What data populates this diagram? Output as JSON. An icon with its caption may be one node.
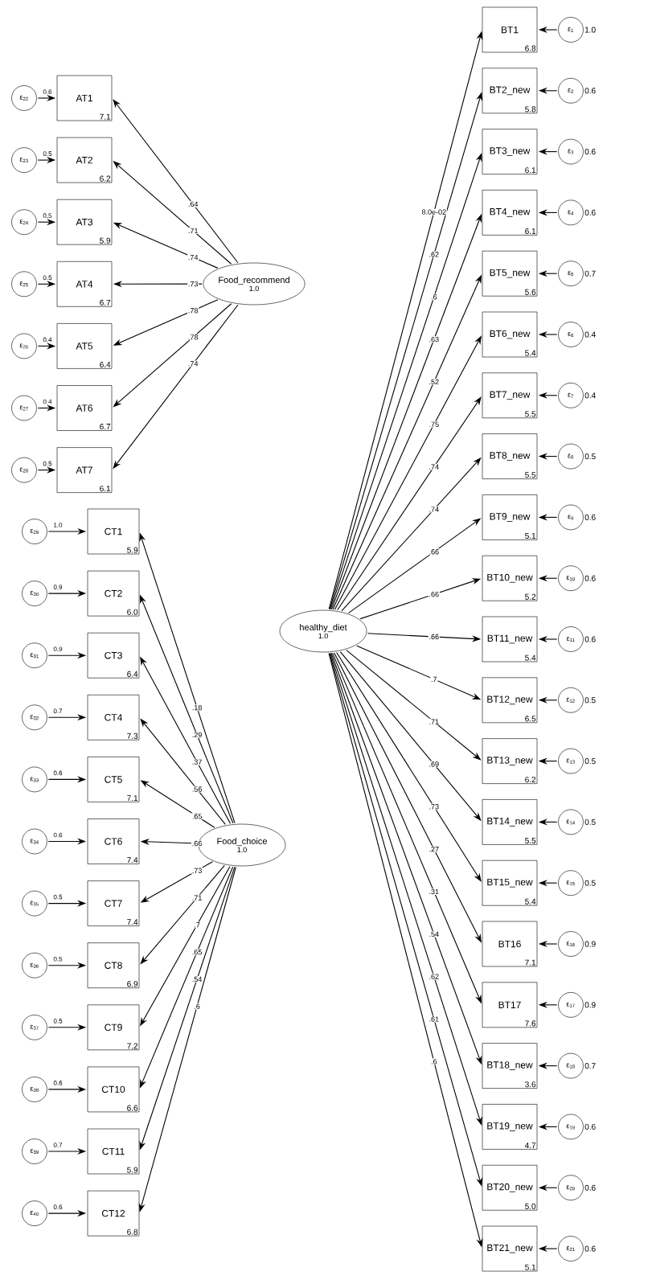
{
  "diagram": {
    "nodes": [
      {
        "text": [
          "Food_recommend",
          "1.0"
        ]
      },
      {
        "text": [
          "AT1",
          "7.1"
        ]
      },
      {
        "text": [
          "AT2",
          "6.2"
        ]
      },
      {
        "text": [
          "AT3",
          "5.9"
        ]
      },
      {
        "text": [
          "AT4",
          "6.7"
        ]
      },
      {
        "text": [
          "AT5",
          "6.4"
        ]
      },
      {
        "text": [
          "AT6",
          "6.7"
        ]
      },
      {
        "text": [
          "AT7",
          "6.1"
        ]
      },
      {
        "text": [
          "ε$_{22}$"
        ],
        "beside": [
          "0.6"
        ]
      },
      {
        "text": [
          "ε$_{23}$"
        ],
        "beside": [
          "0.5"
        ]
      },
      {
        "text": [
          "ε$_{24}$"
        ],
        "beside": [
          "0.5"
        ]
      },
      {
        "text": [
          "ε$_{25}$"
        ],
        "beside": [
          "0.5"
        ]
      },
      {
        "text": [
          "ε$_{26}$"
        ],
        "beside": [
          "0.4"
        ]
      },
      {
        "text": [
          "ε$_{27}$"
        ],
        "beside": [
          "0.4"
        ]
      },
      {
        "text": [
          "ε$_{28}$"
        ],
        "beside": [
          "0.5"
        ]
      },
      {
        "text": [
          "Food_choice",
          "1.0"
        ]
      },
      {
        "text": [
          "CT1",
          "5.9"
        ]
      },
      {
        "text": [
          "CT2",
          "6.0"
        ]
      },
      {
        "text": [
          "CT3",
          "6.4"
        ]
      },
      {
        "text": [
          "CT4",
          "7.3"
        ]
      },
      {
        "text": [
          "CT5",
          "7.1"
        ]
      },
      {
        "text": [
          "CT6",
          "7.4"
        ]
      },
      {
        "text": [
          "CT7",
          "7.4"
        ]
      },
      {
        "text": [
          "CT8",
          "6.9"
        ]
      },
      {
        "text": [
          "CT9",
          "7.2"
        ]
      },
      {
        "text": [
          "CT10",
          "6.6"
        ]
      },
      {
        "text": [
          "CT11",
          "5.9"
        ]
      },
      {
        "text": [
          "CT12",
          "6.8"
        ]
      },
      {
        "text": [
          "ε$_{29}$"
        ],
        "beside": [
          "1.0"
        ]
      },
      {
        "text": [
          "ε$_{30}$"
        ],
        "beside": [
          "0.9"
        ]
      },
      {
        "text": [
          "ε$_{31}$"
        ],
        "beside": [
          "0.9"
        ]
      },
      {
        "text": [
          "ε$_{32}$"
        ],
        "beside": [
          "0.7"
        ]
      },
      {
        "text": [
          "ε$_{33}$"
        ],
        "beside": [
          "0.6"
        ]
      },
      {
        "text": [
          "ε$_{34}$"
        ],
        "beside": [
          "0.6"
        ]
      },
      {
        "text": [
          "ε$_{35}$"
        ],
        "beside": [
          "0.5"
        ]
      },
      {
        "text": [
          "ε$_{36}$"
        ],
        "beside": [
          "0.5"
        ]
      },
      {
        "text": [
          "ε$_{37}$"
        ],
        "beside": [
          "0.5"
        ]
      },
      {
        "text": [
          "ε$_{38}$"
        ],
        "beside": [
          "0.6"
        ]
      },
      {
        "text": [
          "ε$_{39}$"
        ],
        "beside": [
          "0.7"
        ]
      },
      {
        "text": [
          "ε$_{40}$"
        ],
        "beside": [
          "0.6"
        ]
      },
      {
        "text": [
          "healthy_diet",
          "1.0"
        ]
      },
      {
        "text": [
          "BT1",
          "6.8"
        ]
      },
      {
        "text": [
          "BT2_new",
          "5.8"
        ]
      },
      {
        "text": [
          "BT3_new",
          "6.1"
        ]
      },
      {
        "text": [
          "BT4_new",
          "6.1"
        ]
      },
      {
        "text": [
          "BT5_new",
          "5.6"
        ]
      },
      {
        "text": [
          "BT6_new",
          "5.4"
        ]
      },
      {
        "text": [
          "BT7_new",
          "5.5"
        ]
      },
      {
        "text": [
          "BT8_new",
          "5.5"
        ]
      },
      {
        "text": [
          "BT9_new",
          "5.1"
        ]
      },
      {
        "text": [
          "BT10_new",
          "5.2"
        ]
      },
      {
        "text": [
          "BT11_new",
          "5.4"
        ]
      },
      {
        "text": [
          "BT12_new",
          "6.5"
        ]
      },
      {
        "text": [
          "BT13_new",
          "6.2"
        ]
      },
      {
        "text": [
          "BT14_new",
          "5.5"
        ]
      },
      {
        "text": [
          "BT15_new",
          "5.4"
        ]
      },
      {
        "text": [
          "BT16",
          "7.1"
        ]
      },
      {
        "text": [
          "BT17",
          "7.6"
        ]
      },
      {
        "text": [
          "BT18_new",
          "3.6"
        ]
      },
      {
        "text": [
          "BT19_new",
          "4.7"
        ]
      },
      {
        "text": [
          "BT20_new",
          "5.0"
        ]
      },
      {
        "text": [
          "BT21_new",
          "5.1"
        ]
      },
      {
        "text": [
          "ε$_{1}$"
        ],
        "beside": [
          "1.0"
        ]
      },
      {
        "text": [
          "ε$_{2}$"
        ],
        "beside": [
          "0.6"
        ]
      },
      {
        "text": [
          "ε$_{3}$"
        ],
        "beside": [
          "0.6"
        ]
      },
      {
        "text": [
          "ε$_{4}$"
        ],
        "beside": [
          "0.6"
        ]
      },
      {
        "text": [
          "ε$_{5}$"
        ],
        "beside": [
          "0.7"
        ]
      },
      {
        "text": [
          "ε$_{6}$"
        ],
        "beside": [
          "0.4"
        ]
      },
      {
        "text": [
          "ε$_{7}$"
        ],
        "beside": [
          "0.4"
        ]
      },
      {
        "text": [
          "ε$_{8}$"
        ],
        "beside": [
          "0.5"
        ]
      },
      {
        "text": [
          "ε$_{9}$"
        ],
        "beside": [
          "0.6"
        ]
      },
      {
        "text": [
          "ε$_{10}$"
        ],
        "beside": [
          "0.6"
        ]
      },
      {
        "text": [
          "ε$_{11}$"
        ],
        "beside": [
          "0.6"
        ]
      },
      {
        "text": [
          "ε$_{12}$"
        ],
        "beside": [
          "0.5"
        ]
      },
      {
        "text": [
          "ε$_{13}$"
        ],
        "beside": [
          "0.5"
        ]
      },
      {
        "text": [
          "ε$_{14}$"
        ],
        "beside": [
          "0.5"
        ]
      },
      {
        "text": [
          "ε$_{15}$"
        ],
        "beside": [
          "0.5"
        ]
      },
      {
        "text": [
          "ε$_{16}$"
        ],
        "beside": [
          "0.9"
        ]
      },
      {
        "text": [
          "ε$_{17}$"
        ],
        "beside": [
          "0.9"
        ]
      },
      {
        "text": [
          "ε$_{18}$"
        ],
        "beside": [
          "0.7"
        ]
      },
      {
        "text": [
          "ε$_{19}$"
        ],
        "beside": [
          "0.6"
        ]
      },
      {
        "text": [
          "ε$_{20}$"
        ],
        "beside": [
          "0.6"
        ]
      },
      {
        "text": [
          "ε$_{21}$"
        ],
        "beside": [
          "0.6"
        ]
      }
    ],
    "edges": [
      {
        "from": 0,
        "to": 1,
        "arrow": "to",
        "label": ".64"
      },
      {
        "from": 0,
        "to": 2,
        "arrow": "to",
        "label": ".71"
      },
      {
        "from": 0,
        "to": 3,
        "arrow": "to",
        "label": ".74"
      },
      {
        "from": 0,
        "to": 4,
        "arrow": "to",
        "label": ".73"
      },
      {
        "from": 0,
        "to": 5,
        "arrow": "to",
        "label": ".78"
      },
      {
        "from": 0,
        "to": 6,
        "arrow": "to",
        "label": ".78"
      },
      {
        "from": 0,
        "to": 7,
        "arrow": "to",
        "label": ".74"
      },
      {
        "from": 8,
        "to": 1,
        "arrow": "to"
      },
      {
        "from": 9,
        "to": 2,
        "arrow": "to"
      },
      {
        "from": 10,
        "to": 3,
        "arrow": "to"
      },
      {
        "from": 11,
        "to": 4,
        "arrow": "to"
      },
      {
        "from": 12,
        "to": 5,
        "arrow": "to"
      },
      {
        "from": 13,
        "to": 6,
        "arrow": "to"
      },
      {
        "from": 14,
        "to": 7,
        "arrow": "to"
      },
      {
        "from": 15,
        "to": 16,
        "arrow": "to",
        "label": ".18"
      },
      {
        "from": 15,
        "to": 17,
        "arrow": "to",
        "label": ".29"
      },
      {
        "from": 15,
        "to": 18,
        "arrow": "to",
        "label": ".37"
      },
      {
        "from": 15,
        "to": 19,
        "arrow": "to",
        "label": ".56"
      },
      {
        "from": 15,
        "to": 20,
        "arrow": "to",
        "label": ".65"
      },
      {
        "from": 15,
        "to": 21,
        "arrow": "to",
        "label": ".66"
      },
      {
        "from": 15,
        "to": 22,
        "arrow": "to",
        "label": ".73"
      },
      {
        "from": 15,
        "to": 23,
        "arrow": "to",
        "label": ".71"
      },
      {
        "from": 15,
        "to": 24,
        "arrow": "to",
        "label": ".7"
      },
      {
        "from": 15,
        "to": 25,
        "arrow": "to",
        "label": ".65"
      },
      {
        "from": 15,
        "to": 26,
        "arrow": "to",
        "label": ".54"
      },
      {
        "from": 15,
        "to": 27,
        "arrow": "to",
        "label": ".6"
      },
      {
        "from": 28,
        "to": 16,
        "arrow": "to"
      },
      {
        "from": 29,
        "to": 17,
        "arrow": "to"
      },
      {
        "from": 30,
        "to": 18,
        "arrow": "to"
      },
      {
        "from": 31,
        "to": 19,
        "arrow": "to"
      },
      {
        "from": 32,
        "to": 20,
        "arrow": "to"
      },
      {
        "from": 33,
        "to": 21,
        "arrow": "to"
      },
      {
        "from": 34,
        "to": 22,
        "arrow": "to"
      },
      {
        "from": 35,
        "to": 23,
        "arrow": "to"
      },
      {
        "from": 36,
        "to": 24,
        "arrow": "to"
      },
      {
        "from": 37,
        "to": 25,
        "arrow": "to"
      },
      {
        "from": 38,
        "to": 26,
        "arrow": "to"
      },
      {
        "from": 39,
        "to": 27,
        "arrow": "to"
      },
      {
        "from": 40,
        "to": 41,
        "arrow": "to",
        "label": "8.0e-02"
      },
      {
        "from": 40,
        "to": 42,
        "arrow": "to",
        "label": ".62"
      },
      {
        "from": 40,
        "to": 43,
        "arrow": "to",
        "label": ".6"
      },
      {
        "from": 40,
        "to": 44,
        "arrow": "to",
        "label": ".63"
      },
      {
        "from": 40,
        "to": 45,
        "arrow": "to",
        "label": ".52"
      },
      {
        "from": 40,
        "to": 46,
        "arrow": "to",
        "label": ".75"
      },
      {
        "from": 40,
        "to": 47,
        "arrow": "to",
        "label": ".74"
      },
      {
        "from": 40,
        "to": 48,
        "arrow": "to",
        "label": ".74"
      },
      {
        "from": 40,
        "to": 49,
        "arrow": "to",
        "label": ".66"
      },
      {
        "from": 40,
        "to": 50,
        "arrow": "to",
        "label": ".66"
      },
      {
        "from": 40,
        "to": 51,
        "arrow": "to",
        "label": ".66"
      },
      {
        "from": 40,
        "to": 52,
        "arrow": "to",
        "label": ".7"
      },
      {
        "from": 40,
        "to": 53,
        "arrow": "to",
        "label": ".71"
      },
      {
        "from": 40,
        "to": 54,
        "arrow": "to",
        "label": ".69"
      },
      {
        "from": 40,
        "to": 55,
        "arrow": "to",
        "label": ".73"
      },
      {
        "from": 40,
        "to": 56,
        "arrow": "to",
        "label": ".27"
      },
      {
        "from": 40,
        "to": 57,
        "arrow": "to",
        "label": ".31"
      },
      {
        "from": 40,
        "to": 58,
        "arrow": "to",
        "label": ".54"
      },
      {
        "from": 40,
        "to": 59,
        "arrow": "to",
        "label": ".62"
      },
      {
        "from": 40,
        "to": 60,
        "arrow": "to",
        "label": ".61"
      },
      {
        "from": 40,
        "to": 61,
        "arrow": "to",
        "label": ".6"
      },
      {
        "from": 62,
        "to": 41,
        "arrow": "to"
      },
      {
        "from": 63,
        "to": 42,
        "arrow": "to"
      },
      {
        "from": 64,
        "to": 43,
        "arrow": "to"
      },
      {
        "from": 65,
        "to": 44,
        "arrow": "to"
      },
      {
        "from": 66,
        "to": 45,
        "arrow": "to"
      },
      {
        "from": 67,
        "to": 46,
        "arrow": "to"
      },
      {
        "from": 68,
        "to": 47,
        "arrow": "to"
      },
      {
        "from": 69,
        "to": 48,
        "arrow": "to"
      },
      {
        "from": 70,
        "to": 49,
        "arrow": "to"
      },
      {
        "from": 71,
        "to": 50,
        "arrow": "to"
      },
      {
        "from": 72,
        "to": 51,
        "arrow": "to"
      },
      {
        "from": 73,
        "to": 52,
        "arrow": "to"
      },
      {
        "from": 74,
        "to": 53,
        "arrow": "to"
      },
      {
        "from": 75,
        "to": 54,
        "arrow": "to"
      },
      {
        "from": 76,
        "to": 55,
        "arrow": "to"
      },
      {
        "from": 77,
        "to": 56,
        "arrow": "to"
      },
      {
        "from": 78,
        "to": 57,
        "arrow": "to"
      },
      {
        "from": 79,
        "to": 58,
        "arrow": "to"
      },
      {
        "from": 80,
        "to": 59,
        "arrow": "to"
      },
      {
        "from": 81,
        "to": 60,
        "arrow": "to"
      },
      {
        "from": 82,
        "to": 61,
        "arrow": "to"
      }
    ]
  }
}
